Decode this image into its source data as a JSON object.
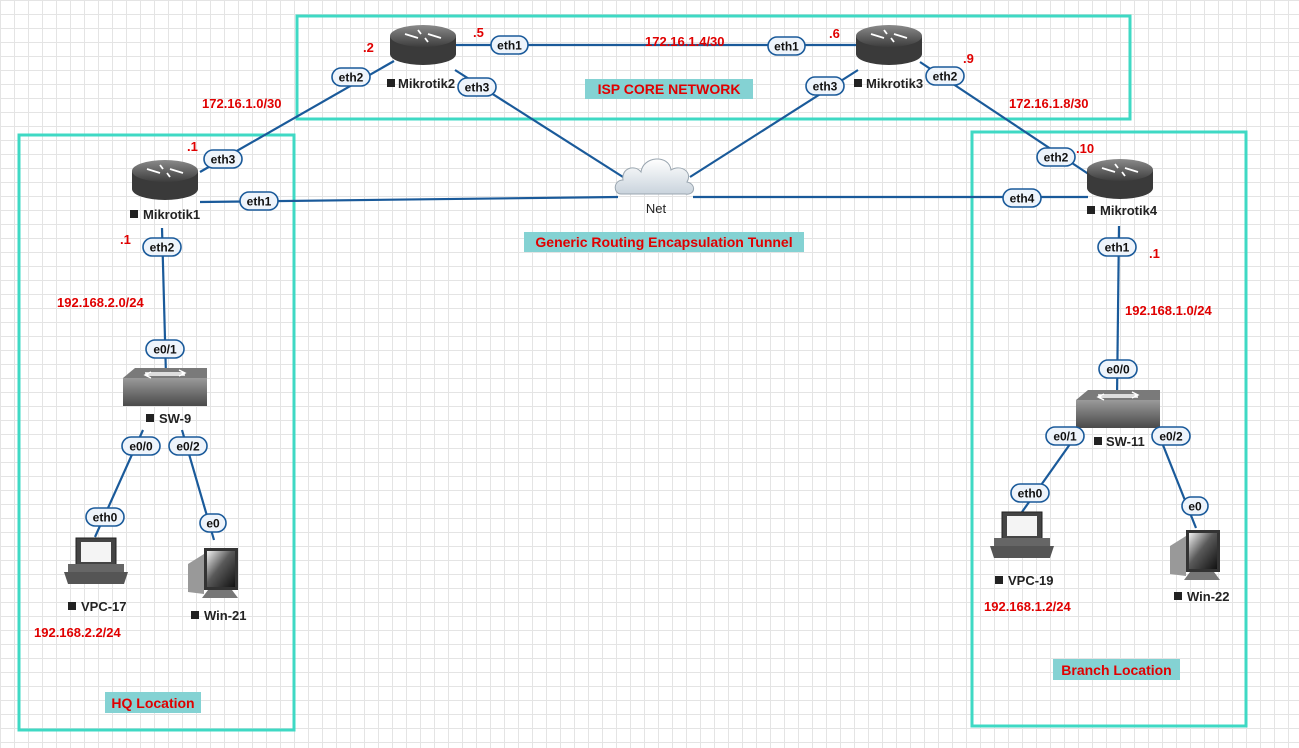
{
  "zones": [
    {
      "id": "isp",
      "label": "ISP CORE NETWORK"
    },
    {
      "id": "hq",
      "label": "HQ Location"
    },
    {
      "id": "branch",
      "label": "Branch Location"
    }
  ],
  "tunnel_label": "Generic Routing Encapsulation Tunnel",
  "nodes": [
    {
      "id": "mikrotik1",
      "label": "Mikrotik1",
      "icon": "router-icon"
    },
    {
      "id": "mikrotik2",
      "label": "Mikrotik2",
      "icon": "router-icon"
    },
    {
      "id": "mikrotik3",
      "label": "Mikrotik3",
      "icon": "router-icon"
    },
    {
      "id": "mikrotik4",
      "label": "Mikrotik4",
      "icon": "router-icon"
    },
    {
      "id": "net",
      "label": "Net",
      "icon": "cloud-icon"
    },
    {
      "id": "sw9",
      "label": "SW-9",
      "icon": "switch-icon"
    },
    {
      "id": "sw11",
      "label": "SW-11",
      "icon": "switch-icon"
    },
    {
      "id": "vpc17",
      "label": "VPC-17",
      "icon": "pc-icon"
    },
    {
      "id": "win21",
      "label": "Win-21",
      "icon": "monitor-icon"
    },
    {
      "id": "vpc19",
      "label": "VPC-19",
      "icon": "pc-icon"
    },
    {
      "id": "win22",
      "label": "Win-22",
      "icon": "monitor-icon"
    }
  ],
  "ports": [
    {
      "id": "m2-eth1",
      "label": "eth1"
    },
    {
      "id": "m3-eth1",
      "label": "eth1"
    },
    {
      "id": "m2-eth2",
      "label": "eth2"
    },
    {
      "id": "m2-eth3",
      "label": "eth3"
    },
    {
      "id": "m3-eth3",
      "label": "eth3"
    },
    {
      "id": "m3-eth2",
      "label": "eth2"
    },
    {
      "id": "m1-eth3",
      "label": "eth3"
    },
    {
      "id": "m1-eth1",
      "label": "eth1"
    },
    {
      "id": "m1-eth2",
      "label": "eth2"
    },
    {
      "id": "m4-eth2",
      "label": "eth2"
    },
    {
      "id": "m4-eth4",
      "label": "eth4"
    },
    {
      "id": "m4-eth1",
      "label": "eth1"
    },
    {
      "id": "sw9-e01",
      "label": "e0/1"
    },
    {
      "id": "sw9-e00",
      "label": "e0/0"
    },
    {
      "id": "sw9-e02",
      "label": "e0/2"
    },
    {
      "id": "vpc17-eth0",
      "label": "eth0"
    },
    {
      "id": "win21-e0",
      "label": "e0"
    },
    {
      "id": "sw11-e00",
      "label": "e0/0"
    },
    {
      "id": "sw11-e01",
      "label": "e0/1"
    },
    {
      "id": "sw11-e02",
      "label": "e0/2"
    },
    {
      "id": "vpc19-eth0",
      "label": "eth0"
    },
    {
      "id": "win22-e0",
      "label": "e0"
    }
  ],
  "annotations": [
    {
      "id": "net-m1-m2",
      "text": "172.16.1.0/30"
    },
    {
      "id": "net-m2-m3",
      "text": "172.16.1.4/30"
    },
    {
      "id": "net-m3-m4",
      "text": "172.16.1.8/30"
    },
    {
      "id": "net-hq-lan",
      "text": "192.168.2.0/24"
    },
    {
      "id": "net-branch-lan",
      "text": "192.168.1.0/24"
    },
    {
      "id": "ip-vpc17",
      "text": "192.168.2.2/24"
    },
    {
      "id": "ip-vpc19",
      "text": "192.168.1.2/24"
    },
    {
      "id": "host-m2-eth2",
      "text": ".2"
    },
    {
      "id": "host-m2-eth1",
      "text": ".5"
    },
    {
      "id": "host-m3-eth1",
      "text": ".6"
    },
    {
      "id": "host-m3-eth2",
      "text": ".9"
    },
    {
      "id": "host-m1-eth3",
      "text": ".1"
    },
    {
      "id": "host-m1-eth2",
      "text": ".1"
    },
    {
      "id": "host-m4-eth2",
      "text": ".10"
    },
    {
      "id": "host-m4-eth1",
      "text": ".1"
    }
  ],
  "colors": {
    "link": "#1a5a9a",
    "zone_border": "#3fd9c4",
    "zone_label_bg": "#84d2d3",
    "annotation": "#e00000",
    "port_fill": "#eef4fb",
    "port_border": "#1a5a9a"
  }
}
